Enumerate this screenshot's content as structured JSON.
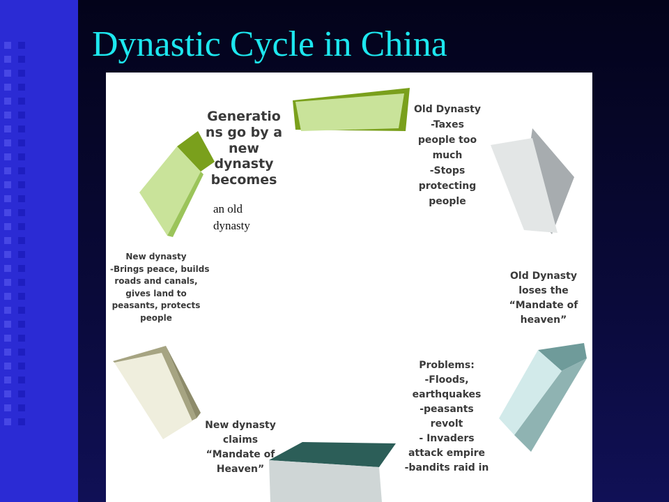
{
  "slide": {
    "title": "Dynastic Cycle in China"
  },
  "diagram": {
    "labels": {
      "generations": [
        "Generatio",
        "ns go by a",
        "new",
        "dynasty",
        "becomes"
      ],
      "generations_note": [
        "an old",
        "dynasty"
      ],
      "old_dynasty_taxes": [
        "Old Dynasty",
        "-Taxes",
        "people too",
        "much",
        "-Stops",
        "protecting",
        "people"
      ],
      "old_dynasty_mandate": [
        "Old Dynasty",
        "loses the",
        "“Mandate of",
        "heaven”"
      ],
      "problems": [
        "Problems:",
        "-Floods,",
        "earthquakes",
        "-peasants",
        "revolt",
        "- Invaders",
        "attack empire",
        "-bandits raid in"
      ],
      "new_dynasty_claims": [
        "New dynasty",
        "claims",
        "“Mandate of",
        "Heaven”"
      ],
      "new_dynasty_brings": [
        "New dynasty",
        "-Brings peace, builds",
        "roads and canals,",
        "gives land to",
        "peasants, protects",
        "people"
      ]
    },
    "colors": {
      "green_face": "#c9e39a",
      "green_top": "#7aa01c",
      "gray_face": "#e3e6e6",
      "gray_side": "#a7acaf",
      "teal_face": "#d2eaea",
      "teal_side": "#6f9b9a",
      "darkteal_top": "#2c5e58",
      "darkteal_face": "#cfd6d6",
      "khaki_face": "#efeedd",
      "khaki_side": "#a6a482"
    }
  }
}
